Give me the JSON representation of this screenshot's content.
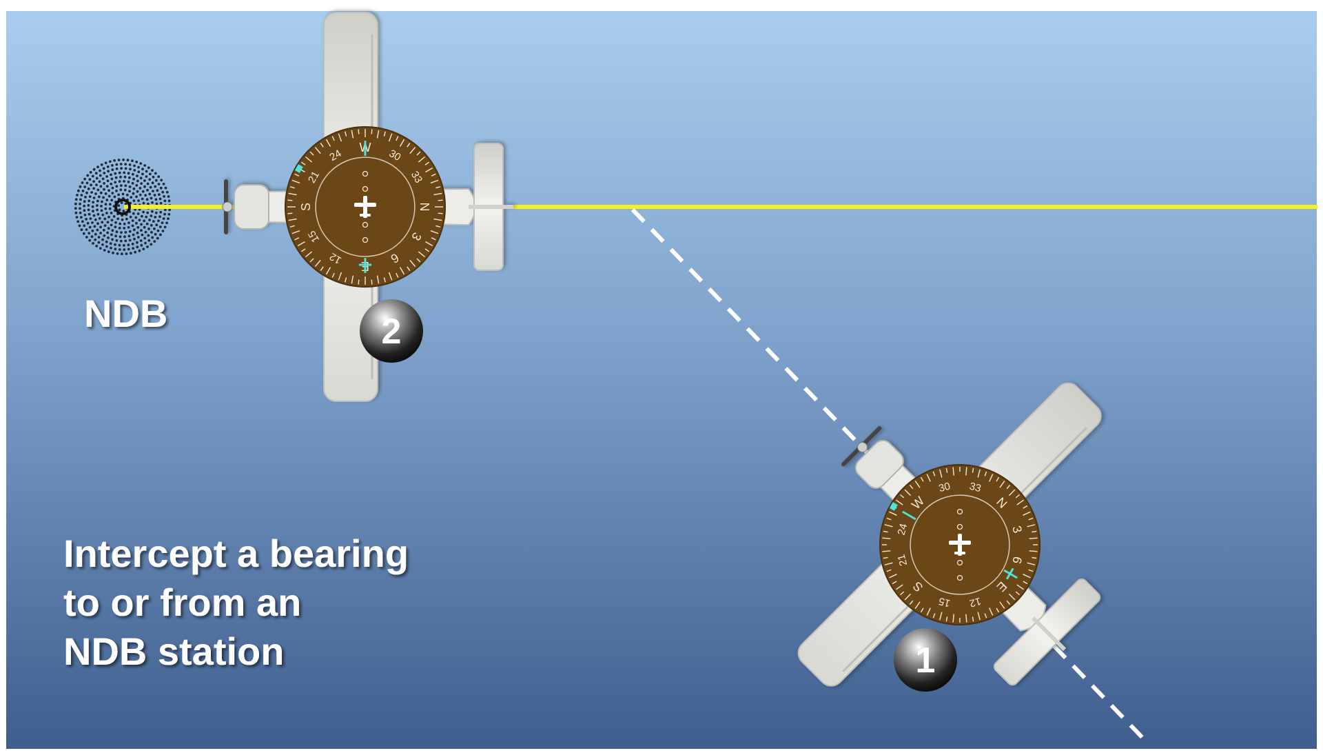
{
  "colors": {
    "sky_top": "#a9cdec",
    "sky_bottom": "#3f5e8e",
    "bearing_line": "#f7ee2a",
    "compass_face": "#6b4717",
    "compass_marks": "#f4eadb",
    "needle": "#4fe3dc",
    "aircraft": "#e8e8e4"
  },
  "station": {
    "label": "NDB"
  },
  "caption": {
    "lines": [
      "Intercept a bearing",
      "to or from an",
      "NDB station"
    ]
  },
  "aircraft": [
    {
      "id": "2",
      "heading": 270,
      "compass_labels": [
        "N",
        "3",
        "6",
        "E",
        "12",
        "15",
        "S",
        "21",
        "24",
        "W",
        "30",
        "33"
      ],
      "needle_relative_bearing": 0
    },
    {
      "id": "1",
      "heading": 315,
      "compass_labels": [
        "N",
        "3",
        "6",
        "E",
        "12",
        "15",
        "S",
        "21",
        "24",
        "W",
        "30",
        "33"
      ],
      "needle_relative_bearing": 300
    }
  ],
  "icons": {
    "station": "ndb-station-icon",
    "aircraft": "aircraft-top-view-icon",
    "heading_indicator": "heading-indicator-icon",
    "position_marker": "position-number-ball-icon"
  }
}
